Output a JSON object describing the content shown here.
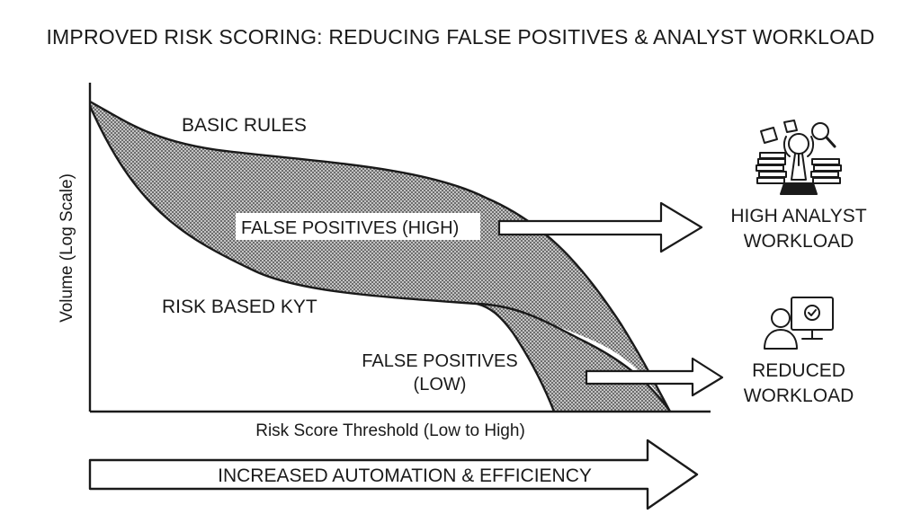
{
  "title": "IMPROVED RISK SCORING: REDUCING FALSE POSITIVES & ANALYST WORKLOAD",
  "axes": {
    "y_label": "Volume (Log Scale)",
    "x_label": "Risk Score Threshold (Low to High)"
  },
  "curves": {
    "basic_rules": "BASIC RULES",
    "risk_based": "RISK BASED KYT"
  },
  "bands": {
    "high_fp_label": "FALSE POSITIVES (HIGH)",
    "low_fp_line1": "FALSE POSITIVES",
    "low_fp_line2": "(LOW)"
  },
  "outcomes": {
    "high_line1": "HIGH ANALYST",
    "high_line2": "WORKLOAD",
    "high_icon": "stressed-analyst-icon",
    "low_line1": "REDUCED",
    "low_line2": "WORKLOAD",
    "low_icon": "analyst-computer-check-icon"
  },
  "bottom_arrow_label": "INCREASED AUTOMATION & EFFICIENCY",
  "colors": {
    "ink": "#1a1a1a",
    "hatch_fill": "#bdbdbd",
    "background": "#ffffff"
  }
}
